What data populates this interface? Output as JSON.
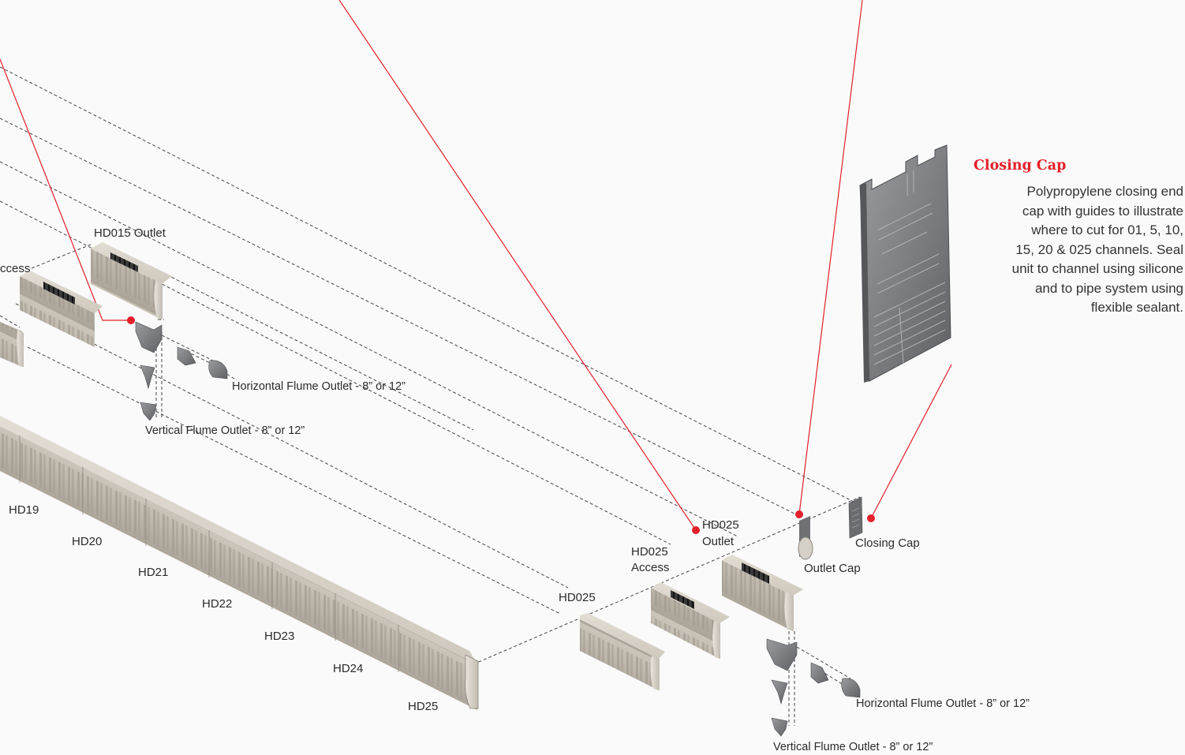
{
  "labels": {
    "hd015_outlet": "HD015 Outlet",
    "access_partial": "ccess",
    "horizontal_flume_top": "Horizontal Flume Outlet - 8” or 12”",
    "vertical_flume_top": "Vertical Flume Outlet - 8” or 12”",
    "hd19": "HD19",
    "hd20": "HD20",
    "hd21": "HD21",
    "hd22": "HD22",
    "hd23": "HD23",
    "hd24": "HD24",
    "hd25": "HD25",
    "hd025": "HD025",
    "hd025_access_line1": "HD025",
    "hd025_access_line2": "Access",
    "hd025_outlet_line1": "HD025",
    "hd025_outlet_line2": "Outlet",
    "outlet_cap": "Outlet Cap",
    "closing_cap": "Closing Cap",
    "horizontal_flume_bottom": "Horizontal Flume Outlet - 8” or 12”",
    "vertical_flume_bottom": "Vertical Flume Outlet - 8” or 12”"
  },
  "callout": {
    "title": "Closing Cap",
    "lines": [
      "Polypropylene closing end",
      "cap with guides  to illustrate",
      "where to cut for 01, 5, 10,",
      "15, 20 & 025 channels. Seal",
      "unit to channel using silicone",
      "and to pipe system using",
      "flexible sealant."
    ]
  },
  "colors": {
    "leader_red": "#e4202a",
    "dashed_line": "#444444",
    "channel_light": "#d8d3c9",
    "channel_shade": "#b9b3a8",
    "grate_dark": "#2f2f2f",
    "plastic_gray": "#7b7d80"
  },
  "icons": {
    "callout_part": "closing-cap-render-icon",
    "dot": "callout-dot-icon"
  }
}
